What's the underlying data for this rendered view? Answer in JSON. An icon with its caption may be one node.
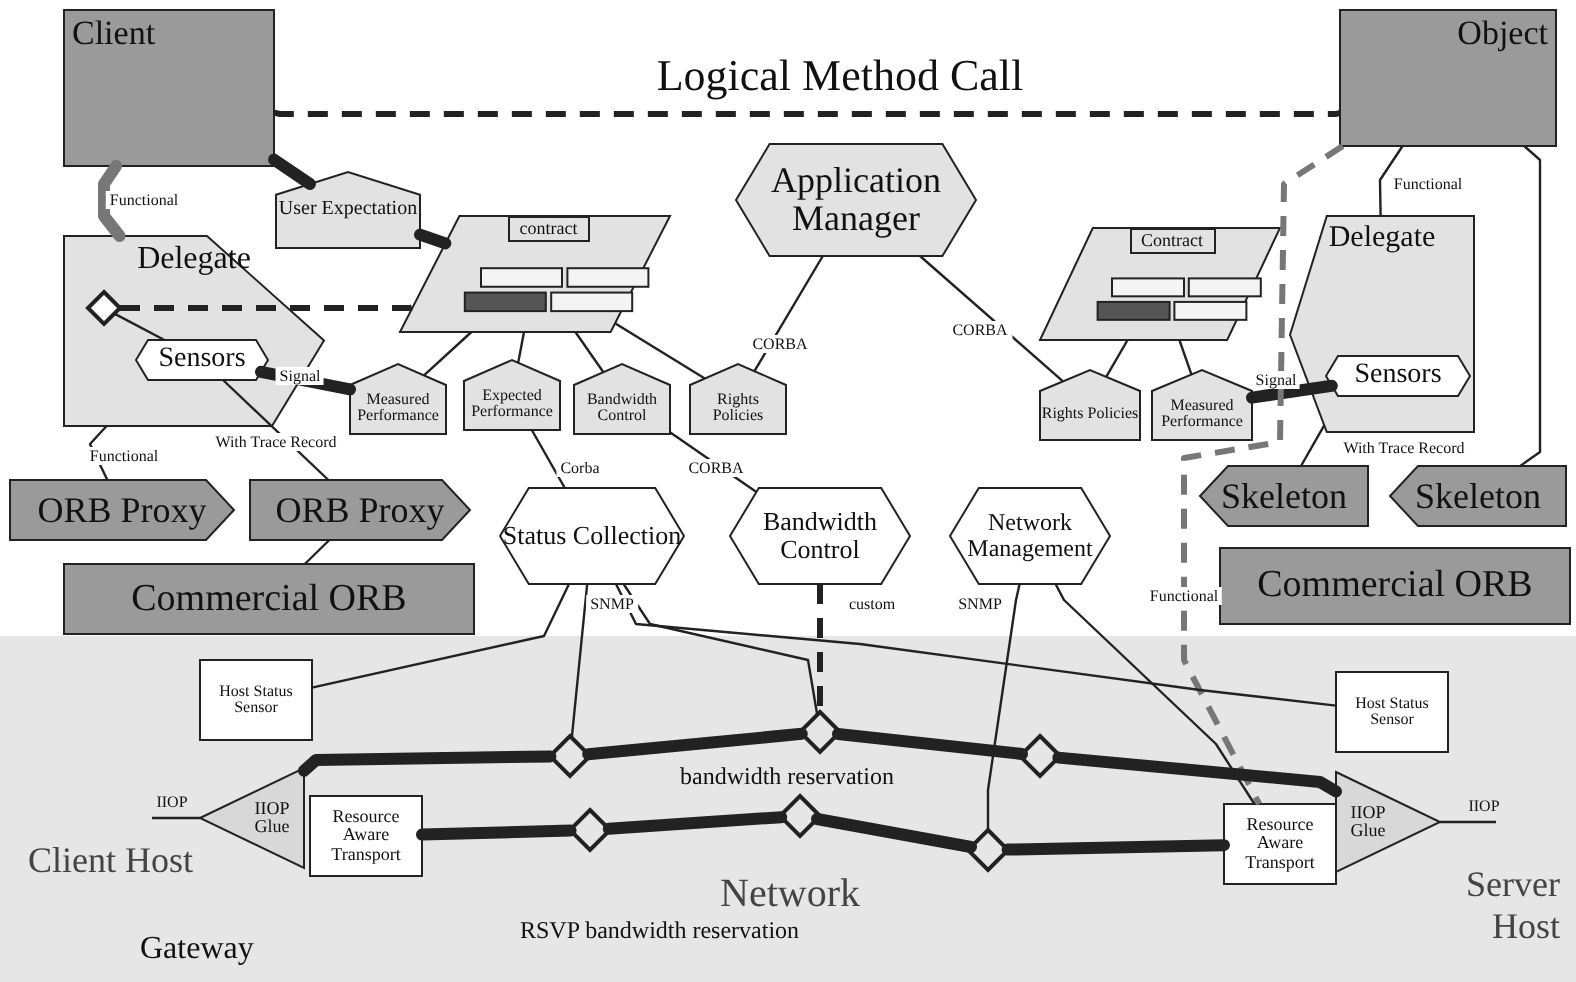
{
  "diagram": {
    "nodes": [
      {
        "text": [
          "Client"
        ]
      },
      {
        "text": [
          "Object"
        ]
      },
      {
        "text": [
          "User Expectation"
        ]
      },
      {
        "text": [
          "contract"
        ]
      },
      {
        "text": [
          "Application Manager"
        ]
      },
      {
        "text": [
          "Contract"
        ]
      },
      {
        "text": [
          "Delegate"
        ]
      },
      {
        "text": [],
        "shape": "diamond",
        "in": 6
      },
      {
        "text": [
          "Sensors"
        ],
        "in": 6
      },
      {
        "text": [
          "Measured Performance"
        ]
      },
      {
        "text": [
          "Expected Performance"
        ]
      },
      {
        "text": [
          "Bandwidth Control"
        ]
      },
      {
        "text": [
          "Rights Policies"
        ]
      },
      {
        "text": [
          "Rights Policies"
        ]
      },
      {
        "text": [
          "Measured Performance"
        ]
      },
      {
        "text": [
          "Delegate"
        ]
      },
      {
        "text": [
          "Sensors"
        ],
        "in": 15
      },
      {
        "text": [
          "ORB Proxy"
        ]
      },
      {
        "text": [
          "ORB Proxy"
        ]
      },
      {
        "text": [
          "Commercial ORB"
        ]
      },
      {
        "text": [
          "Status Collection"
        ]
      },
      {
        "text": [
          "Bandwidth Control"
        ]
      },
      {
        "text": [
          "Network Management"
        ]
      },
      {
        "text": [
          "Skeleton"
        ]
      },
      {
        "text": [
          "Skeleton"
        ]
      },
      {
        "text": [
          "Commercial ORB"
        ]
      },
      {
        "text": [
          "Host Status Sensor"
        ]
      },
      {
        "text": [
          "Host Status Sensor"
        ]
      },
      {
        "text": [
          "IIOP Glue"
        ]
      },
      {
        "text": [
          "Resource Aware Transport"
        ]
      },
      {
        "text": [
          "Resource Aware Transport"
        ]
      },
      {
        "text": [
          "IIOP Glue"
        ]
      },
      {
        "text": [],
        "shape": "diamond"
      },
      {
        "text": [],
        "shape": "diamond"
      },
      {
        "text": [],
        "shape": "diamond"
      },
      {
        "text": [],
        "shape": "diamond"
      },
      {
        "text": [],
        "shape": "diamond"
      },
      {
        "text": [],
        "shape": "diamond"
      }
    ],
    "edges": [
      {
        "from": 0,
        "to": 1,
        "arrow": "none",
        "label": "Logical Method Call",
        "style": "dashed"
      },
      {
        "from": 0,
        "to": 2,
        "arrow": "none",
        "style": "thick"
      },
      {
        "from": 2,
        "to": 3,
        "arrow": "none",
        "style": "thick"
      },
      {
        "from": 0,
        "to": 6,
        "arrow": "none",
        "label": "Functional",
        "style": "thick",
        "color": "#777777"
      },
      {
        "from": 7,
        "to": 3,
        "arrow": "none",
        "style": "dashed"
      },
      {
        "from": 7,
        "to": 8,
        "arrow": "none"
      },
      {
        "from": 8,
        "to": 9,
        "arrow": "none",
        "label": "Signal",
        "style": "thick"
      },
      {
        "from": 3,
        "to": 9,
        "arrow": "none"
      },
      {
        "from": 3,
        "to": 10,
        "arrow": "none"
      },
      {
        "from": 3,
        "to": 11,
        "arrow": "none"
      },
      {
        "from": 3,
        "to": 12,
        "arrow": "none"
      },
      {
        "from": 4,
        "to": 12,
        "arrow": "none",
        "label": "CORBA"
      },
      {
        "from": 4,
        "to": 13,
        "arrow": "none",
        "label": "CORBA"
      },
      {
        "from": 5,
        "to": 13,
        "arrow": "none"
      },
      {
        "from": 5,
        "to": 14,
        "arrow": "none"
      },
      {
        "from": 16,
        "to": 14,
        "arrow": "none",
        "label": "Signal",
        "style": "thick"
      },
      {
        "from": 1,
        "to": 15,
        "arrow": "none",
        "label": "Functional"
      },
      {
        "from": 6,
        "to": 17,
        "arrow": "none",
        "label": "Functional"
      },
      {
        "from": 8,
        "to": 18,
        "arrow": "none",
        "label": "With Trace Record"
      },
      {
        "from": 18,
        "to": 19,
        "arrow": "none"
      },
      {
        "from": 10,
        "to": 20,
        "arrow": "none",
        "label": "Corba"
      },
      {
        "from": 11,
        "to": 21,
        "arrow": "none",
        "label": "CORBA"
      },
      {
        "from": 15,
        "to": 23,
        "arrow": "none",
        "label": "With Trace Record"
      },
      {
        "from": 1,
        "to": 24,
        "arrow": "none"
      },
      {
        "from": 1,
        "to": 30,
        "arrow": "none",
        "label": "Functional",
        "style": "dashed",
        "color": "#777777"
      },
      {
        "from": 20,
        "to": 26,
        "arrow": "none"
      },
      {
        "from": 20,
        "to": 32,
        "arrow": "none",
        "label": "SNMP"
      },
      {
        "from": 20,
        "to": 33,
        "arrow": "none"
      },
      {
        "from": 21,
        "to": 33,
        "arrow": "none",
        "label": "custom",
        "style": "dashed"
      },
      {
        "from": 22,
        "to": 37,
        "arrow": "none",
        "label": "SNMP"
      },
      {
        "from": 22,
        "to": 30,
        "arrow": "none"
      },
      {
        "from": 27,
        "to": 20,
        "arrow": "none"
      },
      {
        "from": 28,
        "to": 32,
        "arrow": "none",
        "style": "thick"
      },
      {
        "from": 32,
        "to": 33,
        "arrow": "none",
        "style": "thick"
      },
      {
        "from": 33,
        "to": 34,
        "arrow": "none",
        "style": "thick"
      },
      {
        "from": 34,
        "to": 31,
        "arrow": "none",
        "style": "thick"
      },
      {
        "from": 29,
        "to": 35,
        "arrow": "none",
        "style": "thick"
      },
      {
        "from": 35,
        "to": 36,
        "arrow": "none",
        "style": "thick"
      },
      {
        "from": 36,
        "to": 37,
        "arrow": "none",
        "style": "thick"
      },
      {
        "from": 37,
        "to": 30,
        "arrow": "none",
        "style": "thick"
      },
      {
        "from": null,
        "to": 28,
        "arrow": "none",
        "label": "IIOP"
      },
      {
        "from": 31,
        "to": null,
        "arrow": "none",
        "label": "IIOP"
      }
    ],
    "labels": [
      "bandwidth reservation",
      "Client Host",
      "Network",
      "RSVP bandwidth reservation",
      "Server Host",
      "Gateway"
    ]
  }
}
